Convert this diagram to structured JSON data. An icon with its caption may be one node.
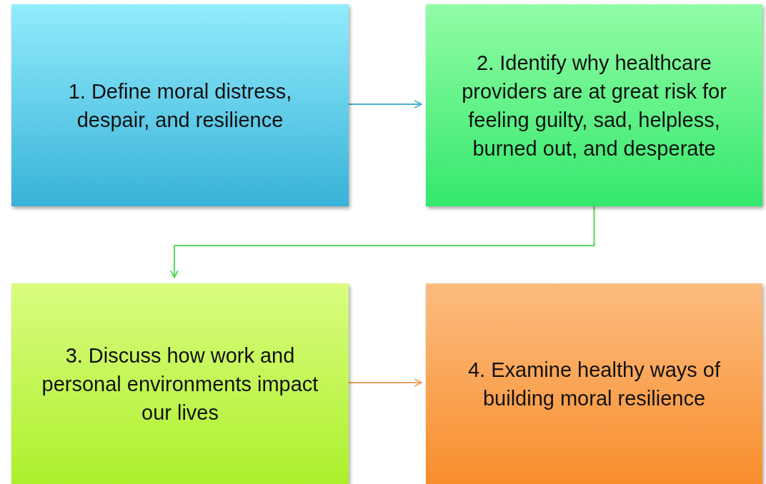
{
  "diagram": {
    "nodes": [
      {
        "text": [
          "1.  Define moral distress, despair, and resilience"
        ]
      },
      {
        "text": [
          "2.  Identify why healthcare providers are at great risk for feeling guilty, sad, helpless, burned out, and desperate"
        ]
      },
      {
        "text": [
          "3.  Discuss how work and personal environments impact our lives"
        ]
      },
      {
        "text": [
          "4.  Examine healthy ways of building moral resilience"
        ]
      }
    ],
    "edges": [
      {
        "from": 0,
        "to": 1,
        "arrow": "to",
        "color": "#4aaed0"
      },
      {
        "from": 1,
        "to": 2,
        "arrow": "to",
        "color": "#5ad85a"
      },
      {
        "from": 2,
        "to": 3,
        "arrow": "to",
        "color": "#f0a060"
      }
    ]
  }
}
